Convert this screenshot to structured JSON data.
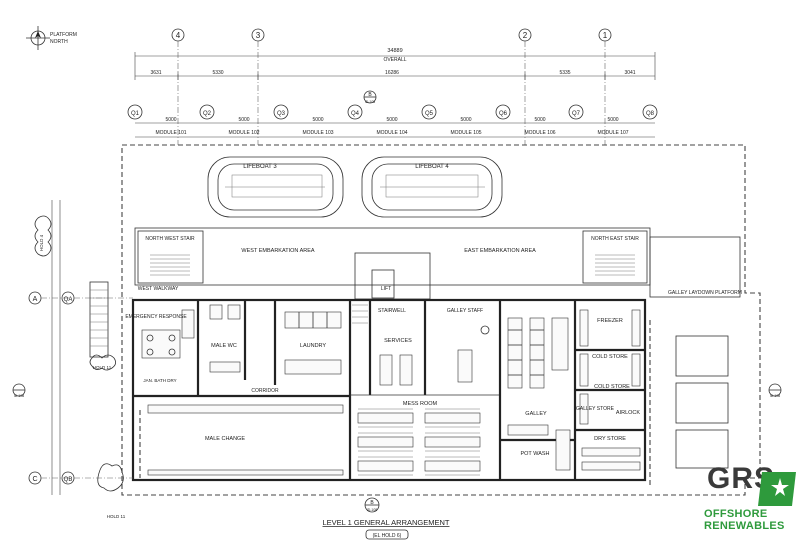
{
  "north": {
    "line1": "PLATFORM",
    "line2": "NORTH"
  },
  "grid_top": [
    "4",
    "3",
    "2",
    "1"
  ],
  "grid_modules": [
    "Q1",
    "Q2",
    "Q3",
    "Q4",
    "Q5",
    "Q6",
    "Q7",
    "Q8"
  ],
  "grid_left": [
    "A",
    "QA",
    "C",
    "QB"
  ],
  "dims": {
    "overall_value": "34889",
    "overall_label": "OVERALL",
    "seg_left": "3631",
    "seg_mid1": "5330",
    "seg_center": "16286",
    "seg_mid2": "5335",
    "seg_right": "3041",
    "module_width": "5000",
    "modules": [
      "MODULE 101",
      "MODULE 102",
      "MODULE 103",
      "MODULE 104",
      "MODULE 105",
      "MODULE 106",
      "MODULE 107"
    ]
  },
  "section_marks": {
    "top_letter": "B",
    "top_ref": "ID-108",
    "bottom_letter": "B",
    "bottom_ref": "ID-108",
    "left_ref": "ID-108",
    "right_ref": "ID-108"
  },
  "lifeboats": [
    "LIFEBOAT 3",
    "LIFEBOAT 4"
  ],
  "rooms": {
    "north_west_stair": "NORTH WEST STAIR",
    "west_embarkation": "WEST EMBARKATION AREA",
    "east_embarkation": "EAST EMBARKATION AREA",
    "north_east_stair": "NORTH EAST STAIR",
    "west_walkway": "WEST WALKWAY",
    "emergency_response": "EMERGENCY RESPONSE",
    "male_wc": "MALE WC",
    "laundry": "LAUNDRY",
    "stairwell": "STAIRWELL",
    "lift": "LIFT",
    "services": "SERVICES",
    "galley_staff": "GALLEY STAFF",
    "freezer": "FREEZER",
    "cold_store_1": "COLD STORE",
    "cold_store_2": "COLD STORE",
    "mess_room": "MESS ROOM",
    "male_change": "MALE CHANGE",
    "corridor": "CORRIDOR",
    "galley": "GALLEY",
    "galley_store": "GALLEY STORE",
    "pot_wash": "POT WASH",
    "dry_store": "DRY STORE",
    "airlock": "AIRLOCK",
    "galley_laydown": "GALLEY LAYDOWN PLATFORM",
    "jan_bath": "JAN. BATH DRY"
  },
  "holds": [
    "HOLD 4",
    "HOLD 11",
    "HOLD 11"
  ],
  "title": "LEVEL 1 GENERAL ARRANGEMENT",
  "title_ref": "(EL HOLD 6)",
  "logo": {
    "main": "GRS",
    "sub1": "OFFSHORE",
    "sub2": "RENEWABLES",
    "green": "#2e9a3c",
    "grey": "#3a3a3a"
  }
}
